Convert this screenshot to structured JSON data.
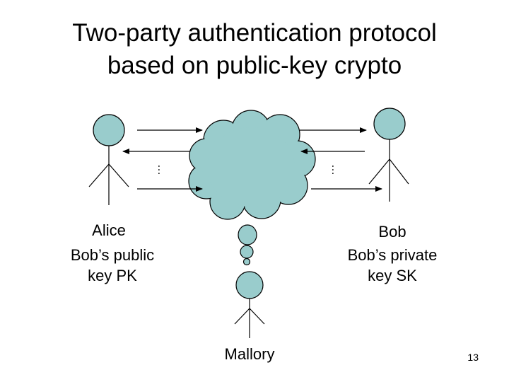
{
  "slide": {
    "title_line1": "Two-party authentication protocol",
    "title_line2": "based on public-key crypto",
    "page_number": "13"
  },
  "diagram": {
    "alice": {
      "name": "Alice",
      "knowledge_line1": "Bob’s public",
      "knowledge_line2": "key PK"
    },
    "bob": {
      "name": "Bob",
      "knowledge_line1": "Bob’s private",
      "knowledge_line2": "key SK"
    },
    "mallory": {
      "name": "Mallory"
    },
    "ellipsis_left": "…",
    "ellipsis_right": "…",
    "colors": {
      "figure_fill": "#99cccc",
      "stroke": "#000000"
    }
  }
}
